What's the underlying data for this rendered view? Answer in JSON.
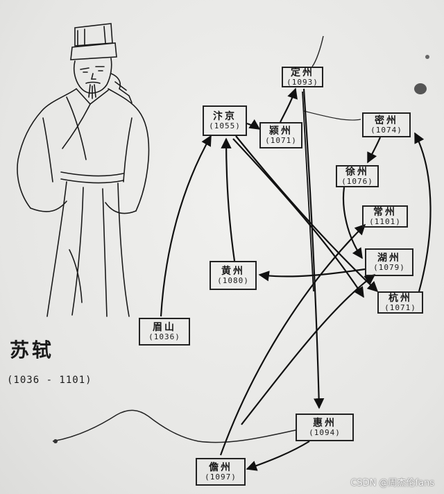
{
  "title": "苏轼",
  "lifespan": "(1036 - 1101)",
  "watermark": "CSDN @周杰伦fans",
  "nodes": {
    "meishan": {
      "name": "眉山",
      "year": "(1036)"
    },
    "bianjing": {
      "name": "汴京",
      "year": "(1055)"
    },
    "dingzhou": {
      "name": "定州",
      "year": "(1093)"
    },
    "yingzhou": {
      "name": "颍州",
      "year": "(1071)"
    },
    "mizhou": {
      "name": "密州",
      "year": "(1074)"
    },
    "xuzhou": {
      "name": "徐州",
      "year": "(1076)"
    },
    "changzhou": {
      "name": "常州",
      "year": "(1101)"
    },
    "huzhou": {
      "name": "湖州",
      "year": "(1079)"
    },
    "huangzhou": {
      "name": "黄州",
      "year": "(1080)"
    },
    "hangzhou": {
      "name": "杭州",
      "year": "(1071)"
    },
    "huizhou": {
      "name": "惠州",
      "year": "(1094)"
    },
    "danzhou": {
      "name": "儋州",
      "year": "(1097)"
    }
  }
}
